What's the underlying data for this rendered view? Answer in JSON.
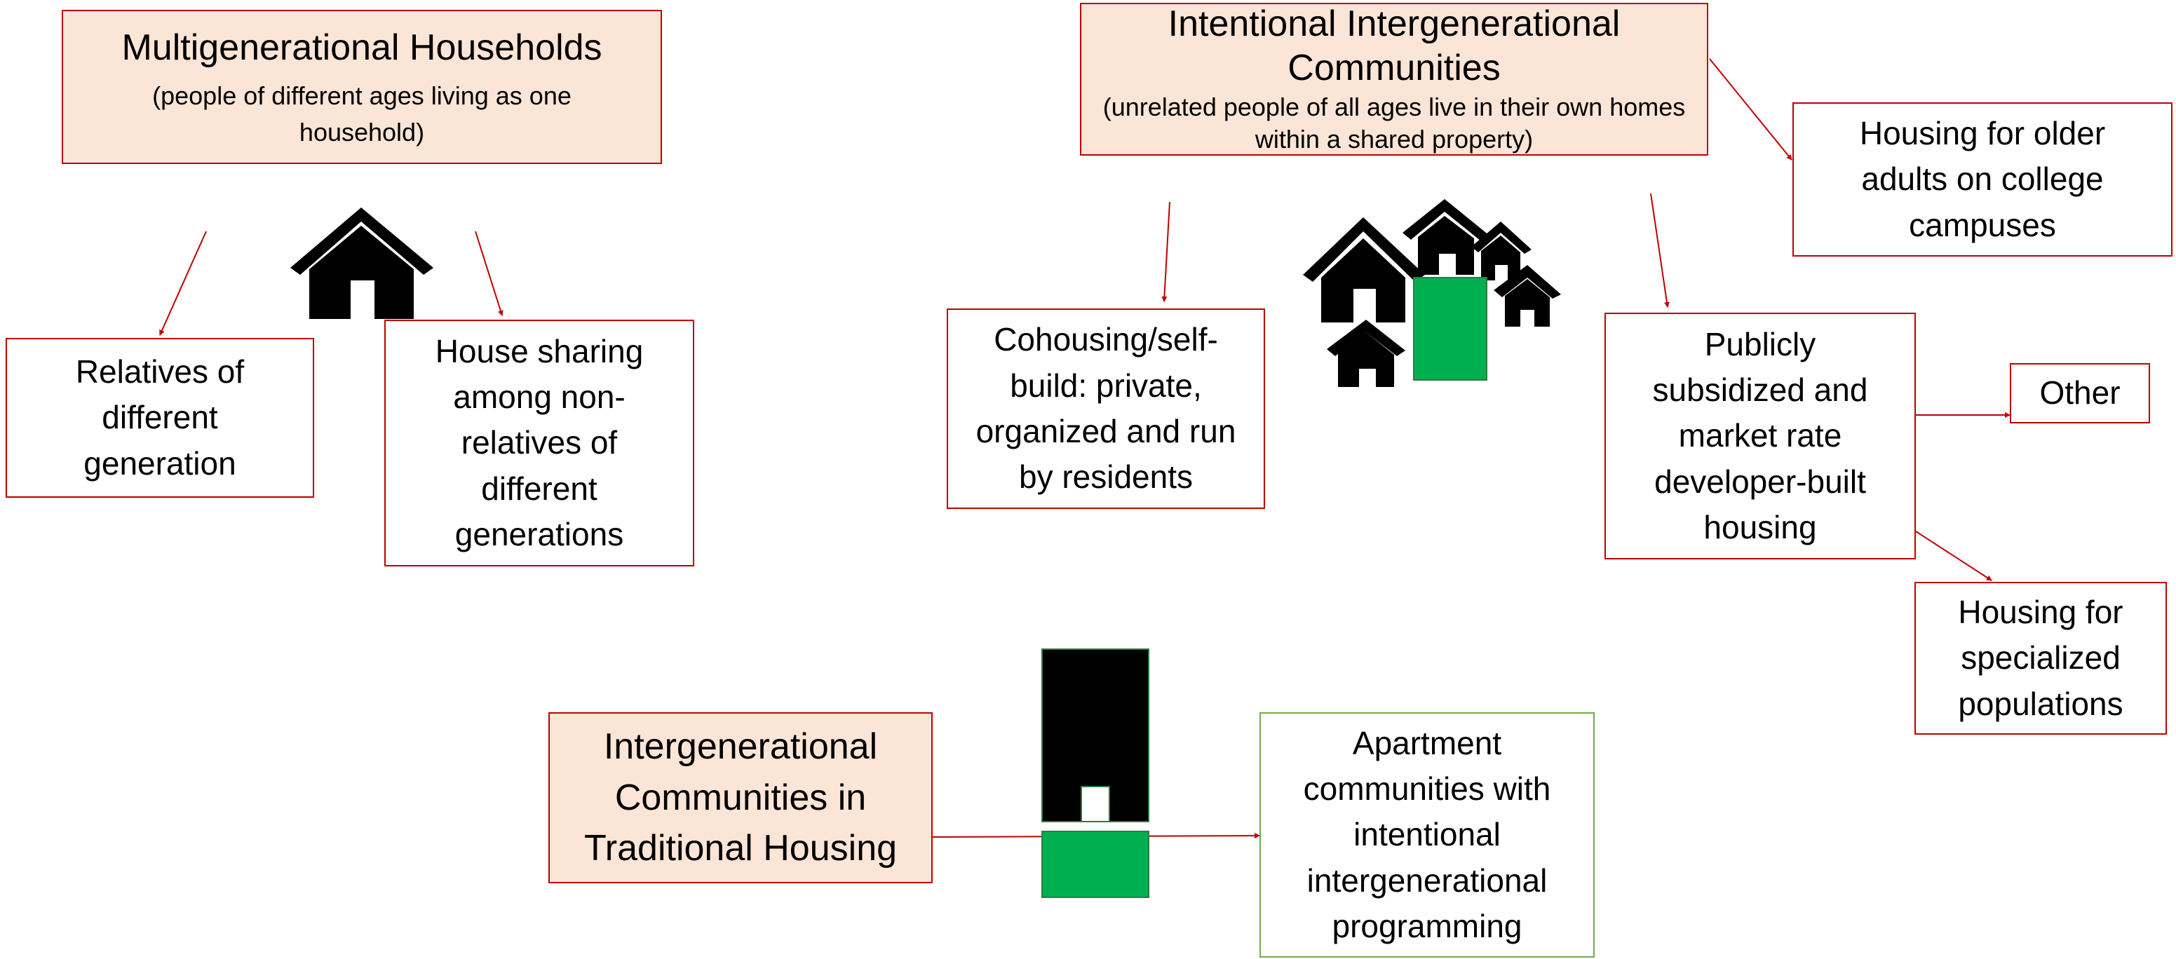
{
  "nodes": {
    "multigenerational": {
      "title": "Multigenerational Households",
      "subtitle": "(people of different ages living as one household)"
    },
    "relatives": {
      "text": "Relatives of different generation"
    },
    "house_sharing": {
      "text": "House sharing among non-relatives of different generations"
    },
    "intentional": {
      "title": "Intentional Intergenerational Communities",
      "subtitle": "(unrelated people of all ages live in their own homes within a shared property)"
    },
    "college": {
      "text": "Housing for older adults on college campuses"
    },
    "cohousing": {
      "text": "Cohousing/self-build: private, organized and run by residents"
    },
    "publicly": {
      "text": "Publicly subsidized and market rate developer-built housing"
    },
    "other": {
      "text": "Other"
    },
    "specialized": {
      "text": "Housing for specialized populations"
    },
    "traditional": {
      "text": "Intergenerational Communities in Traditional Housing"
    },
    "apartment": {
      "text": "Apartment communities with intentional intergenerational programming"
    }
  },
  "colors": {
    "accent_box_fill": "#fbe5d6",
    "box_border": "#c00000",
    "arrow": "#c00000",
    "green": "#00b050",
    "green_border": "#70ad47",
    "icon": "#000000"
  },
  "icons": [
    "house-icon",
    "house-cluster-icon",
    "apartment-building-icon"
  ]
}
